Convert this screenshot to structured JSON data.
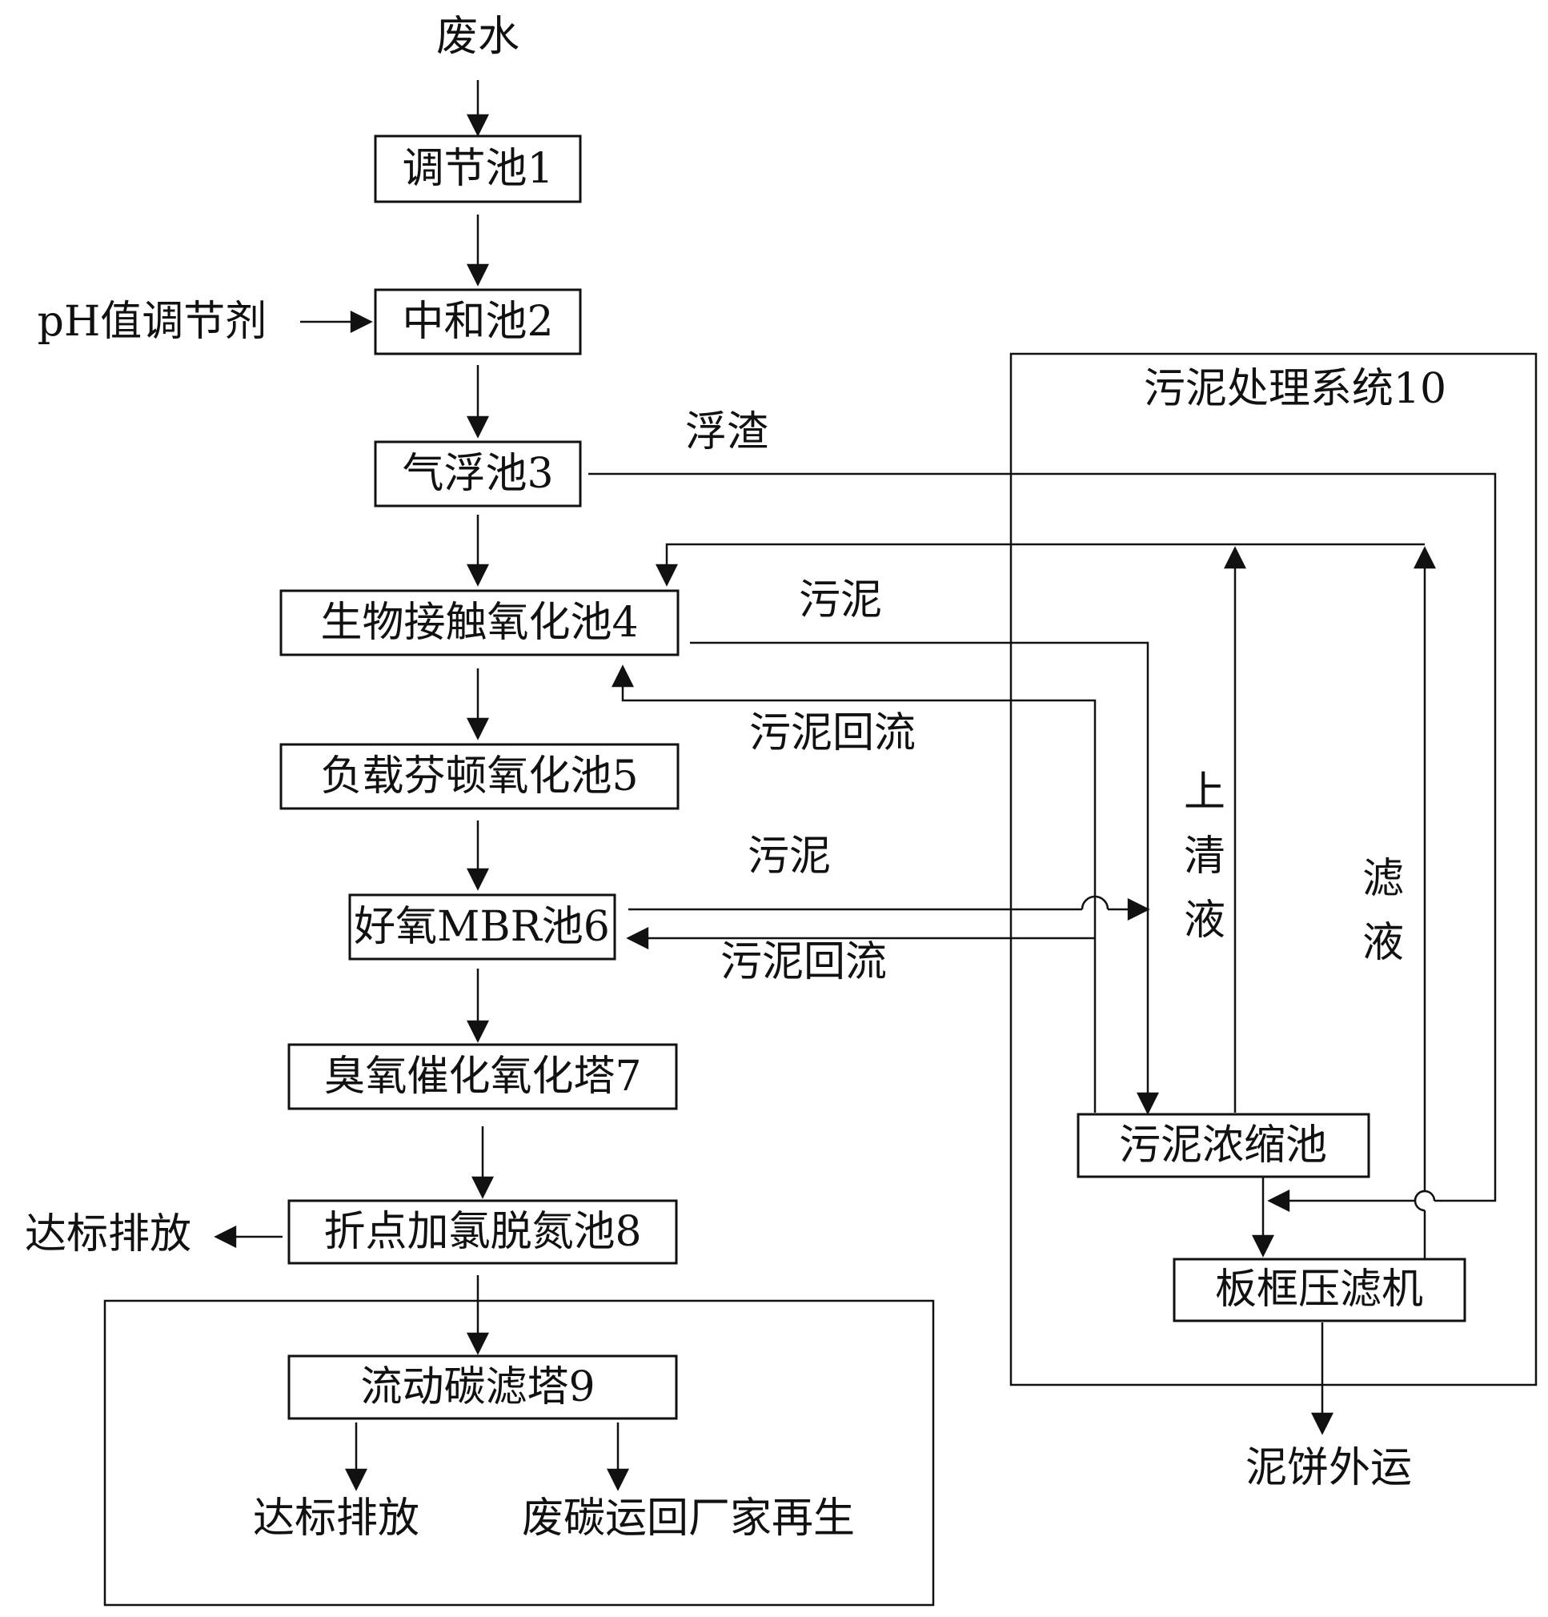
{
  "nodes": {
    "input": "废水",
    "ph_agent": "pH值调节剂",
    "b1": "调节池1",
    "b2": "中和池2",
    "b3": "气浮池3",
    "b4": "生物接触氧化池4",
    "b5": "负载芬顿氧化池5",
    "b6": "好氧MBR池6",
    "b7": "臭氧催化氧化塔7",
    "b8": "折点加氯脱氮池8",
    "b9": "流动碳滤塔9",
    "discharge_left": "达标排放",
    "discharge_bottom": "达标排放",
    "carbon_return": "废碳运回厂家再生",
    "sludge_system": "污泥处理系统10",
    "thickener": "污泥浓缩池",
    "filter_press": "板框压滤机",
    "cake_out": "泥饼外运"
  },
  "labels": {
    "scum": "浮渣",
    "sludge_4": "污泥",
    "reflux_4": "污泥回流",
    "sludge_6": "污泥",
    "reflux_6": "污泥回流",
    "supernatant": [
      "上",
      "清",
      "液"
    ],
    "filtrate": [
      "滤",
      "液"
    ]
  }
}
